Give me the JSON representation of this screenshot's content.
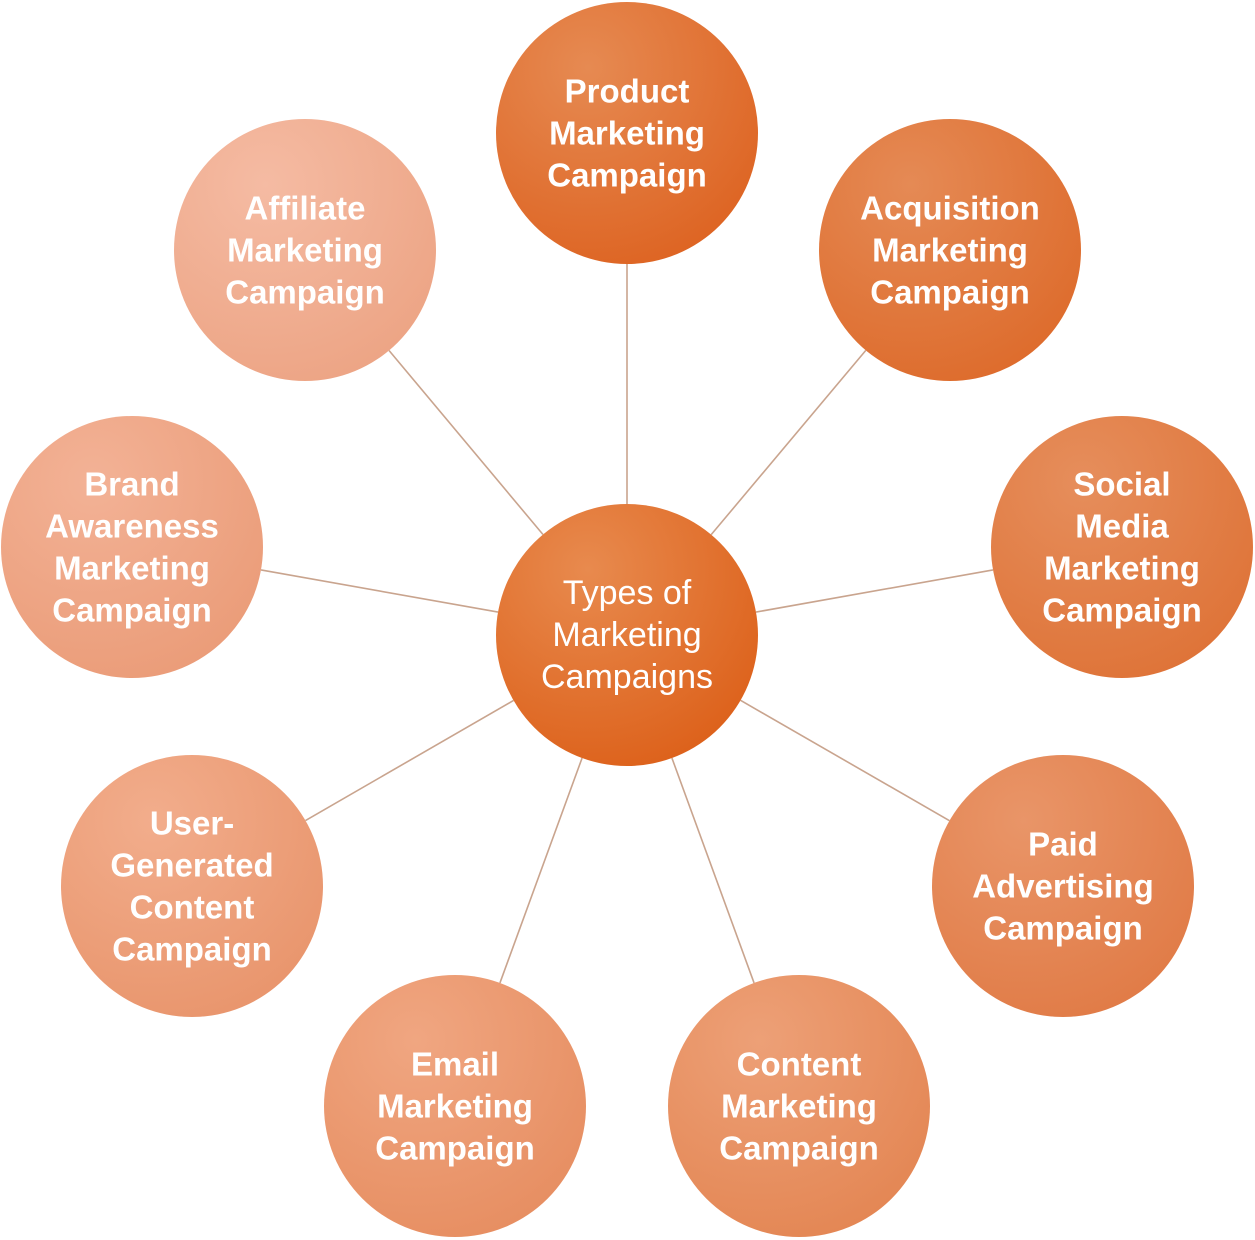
{
  "center": {
    "lines": [
      "Types of",
      "Marketing",
      "Campaigns"
    ]
  },
  "nodes": [
    {
      "id": "product",
      "lines": [
        "Product",
        "Marketing",
        "Campaign"
      ]
    },
    {
      "id": "acquisition",
      "lines": [
        "Acquisition",
        "Marketing",
        "Campaign"
      ]
    },
    {
      "id": "social-media",
      "lines": [
        "Social",
        "Media",
        "Marketing",
        "Campaign"
      ]
    },
    {
      "id": "paid-advertising",
      "lines": [
        "Paid",
        "Advertising",
        "Campaign"
      ]
    },
    {
      "id": "content",
      "lines": [
        "Content",
        "Marketing",
        "Campaign"
      ]
    },
    {
      "id": "email",
      "lines": [
        "Email",
        "Marketing",
        "Campaign"
      ]
    },
    {
      "id": "user-generated-content",
      "lines": [
        "User-",
        "Generated",
        "Content",
        "Campaign"
      ]
    },
    {
      "id": "brand-awareness",
      "lines": [
        "Brand",
        "Awareness",
        "Marketing",
        "Campaign"
      ]
    },
    {
      "id": "affiliate",
      "lines": [
        "Affiliate",
        "Marketing",
        "Campaign"
      ]
    }
  ],
  "colors": {
    "center_light": "#e88a4e",
    "center_dark": "#dc5f18",
    "product_light": "#e68a52",
    "product_dark": "#dd6220",
    "acquisition_light": "#e58a55",
    "acquisition_dark": "#dd6a2a",
    "social-media_light": "#e68e5c",
    "social-media_dark": "#de7236",
    "paid-advertising_light": "#e99568",
    "paid-advertising_dark": "#e07a45",
    "content_light": "#eda077",
    "content_dark": "#e38552",
    "email_light": "#f0a681",
    "email_dark": "#e68d60",
    "user-generated-content_light": "#f2ad8c",
    "user-generated-content_dark": "#e8946b",
    "brand-awareness_light": "#f3b296",
    "brand-awareness_dark": "#ea9b77",
    "affiliate_light": "#f5bba3",
    "affiliate_dark": "#eca383",
    "connector": "#c9a48e"
  }
}
